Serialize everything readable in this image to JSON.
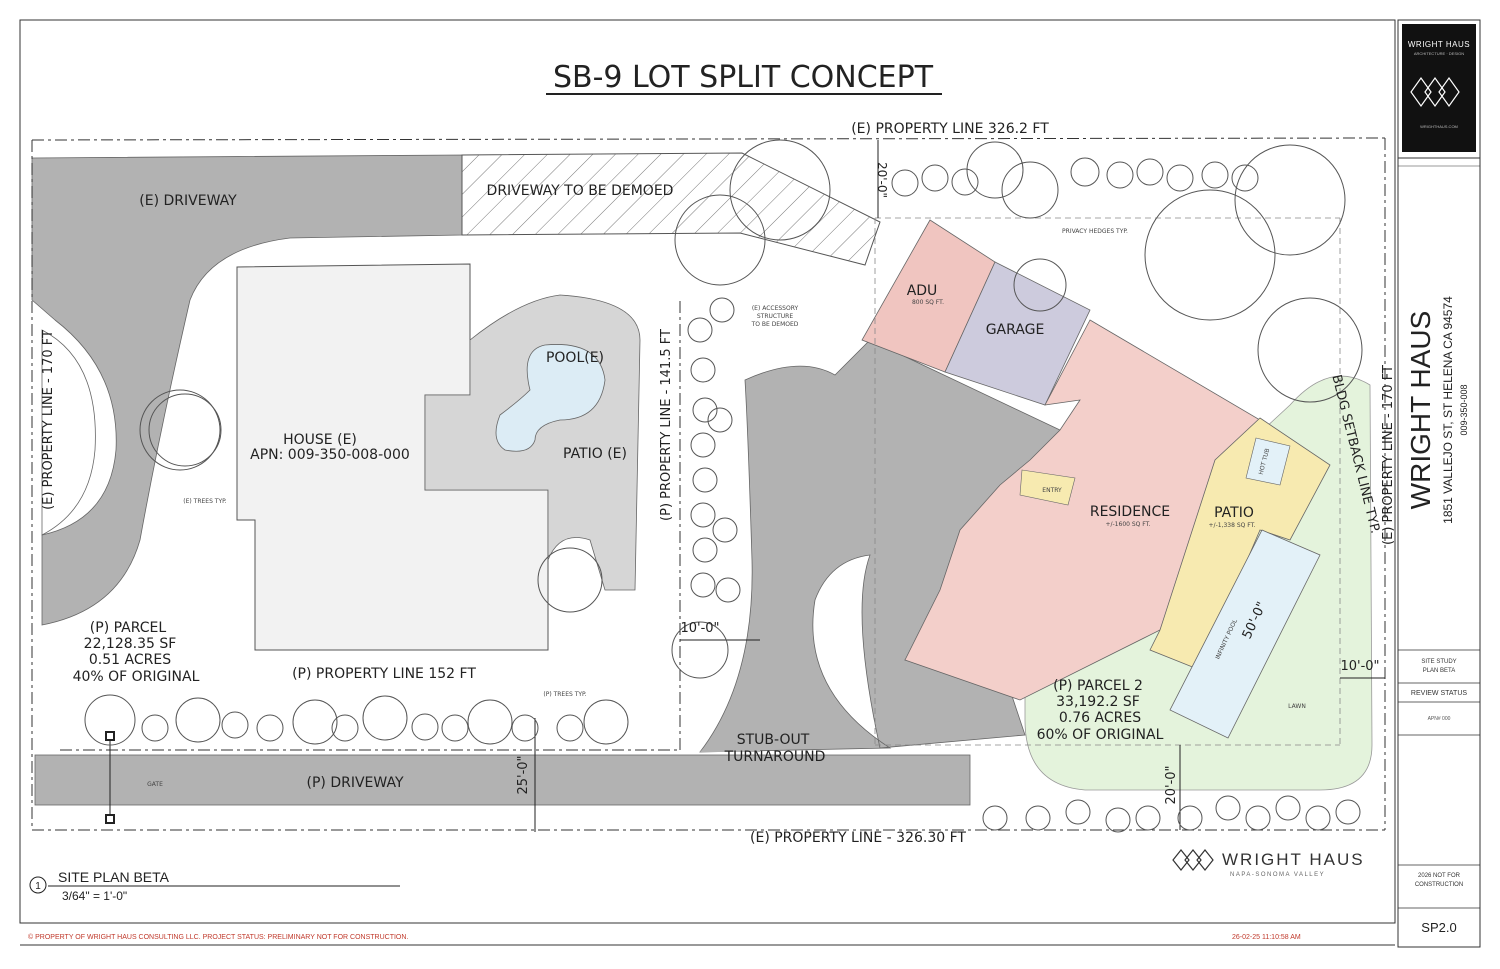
{
  "sheet": {
    "title": "SB-9 LOT SPLIT CONCEPT",
    "drawing_number": "1",
    "drawing_name": "SITE PLAN BETA",
    "scale": "3/64\" = 1'-0\"",
    "footer_notice": "© PROPERTY OF WRIGHT HAUS CONSULTING LLC. PROJECT STATUS: PRELIMINARY NOT FOR CONSTRUCTION.",
    "footer_timestamp": "26-02-25 11:10:58 AM"
  },
  "title_block": {
    "logo_text": "WRIGHT HAUS",
    "logo_sub": "ARCHITECTURE · DESIGN",
    "logo_url": "WRIGHTHAUS.COM",
    "company": "WRIGHT HAUS",
    "address": "1851 VALLEJO ST, ST HELENA CA 94574",
    "apn": "009-350-008",
    "sheet_desc_1": "SITE STUDY",
    "sheet_desc_2": "PLAN BETA",
    "review_status": "REVIEW STATUS",
    "review_value": "APN# 000",
    "issue_1": "2026 NOT FOR",
    "issue_2": "CONSTRUCTION",
    "sheet_number": "SP2.0"
  },
  "brand": {
    "name": "WRIGHT HAUS",
    "tagline": "NAPA-SONOMA VALLEY"
  },
  "colors": {
    "driveway": "#b2b2b2",
    "house": "#f2f2f2",
    "patio_existing": "#d6d6d6",
    "pool": "#dcecf5",
    "adu": "#f0c5c0",
    "garage": "#cdcbdd",
    "residence": "#f3cfca",
    "patio_new": "#f7eab0",
    "lawn": "#e4f3dc",
    "infinity_pool": "#e3f1f8",
    "entry": "#f7eab0"
  },
  "labels": {
    "e_driveway": "(E) DRIVEWAY",
    "driveway_demo": "DRIVEWAY TO BE DEMOED",
    "top_property_line": "(E) PROPERTY LINE 326.2 FT",
    "setback_top": "20'-0\"",
    "privacy_hedges": "PRIVACY HEDGES TYP.",
    "left_property_line": "(E) PROPERTY LINE - 170 FT",
    "house": "HOUSE (E)",
    "house_apn": "APN: 009-350-008-000",
    "pool_e": "POOL(E)",
    "patio_e": "PATIO (E)",
    "accessory_1": "(E) ACCESSORY",
    "accessory_2": "STRUCTURE",
    "accessory_3": "TO BE DEMOED",
    "p_property_line_v": "(P) PROPERTY LINE - 141.5 FT",
    "trees_typ": "(E) TREES TYP.",
    "adu": "ADU",
    "adu_area": "800 SQ FT.",
    "garage": "GARAGE",
    "bldg_setback": "BLDG SETBACK LINE TYP.",
    "right_property_line": "(E) PROPERTY LINE - 170 FT",
    "entry": "ENTRY",
    "residence": "RESIDENCE",
    "residence_area": "+/-1600 SQ FT.",
    "patio_new": "PATIO",
    "patio_new_area": "+/-1,338 SQ FT.",
    "hot_tub": "HOT TUB",
    "infinity_pool": "INFINITY POOL",
    "pool_len": "50'-0\"",
    "lawn": "LAWN",
    "setback_right": "10'-0\"",
    "setback_mid": "10'-0\"",
    "parcel1_1": "(P) PARCEL",
    "parcel1_2": "22,128.35 SF",
    "parcel1_3": "0.51 ACRES",
    "parcel1_4": "40% OF ORIGINAL",
    "p_property_line_h": "(P) PROPERTY LINE 152 FT",
    "p_trees_typ": "(P) TREES TYP.",
    "gate": "GATE",
    "p_driveway": "(P) DRIVEWAY",
    "driveway_width": "25'-0\"",
    "stub_1": "STUB-OUT",
    "stub_2": "TURNAROUND",
    "parcel2_1": "(P) PARCEL 2",
    "parcel2_2": "33,192.2 SF",
    "parcel2_3": "0.76 ACRES",
    "parcel2_4": "60% OF ORIGINAL",
    "setback_bottom": "20'-0\"",
    "bottom_property_line": "(E) PROPERTY LINE - 326.30 FT"
  }
}
